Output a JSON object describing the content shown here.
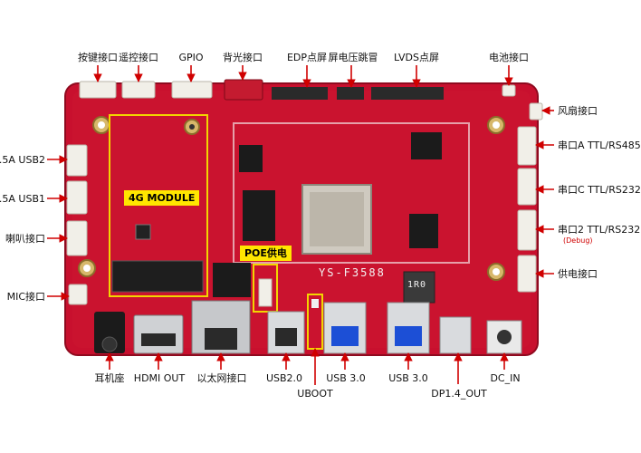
{
  "labels": {
    "top": [
      {
        "id": "button-port",
        "text": "按键接口"
      },
      {
        "id": "remote-port",
        "text": "遥控接口"
      },
      {
        "id": "gpio",
        "text": "GPIO"
      },
      {
        "id": "backlight-port",
        "text": "背光接口"
      },
      {
        "id": "edp-screen",
        "text": "EDP点屏"
      },
      {
        "id": "screen-voltage-jumper",
        "text": "屏电压跳冒"
      },
      {
        "id": "lvds-screen",
        "text": "LVDS点屏"
      },
      {
        "id": "battery-port",
        "text": "电池接口"
      }
    ],
    "left": [
      {
        "id": "usb2-15a",
        "text": "1.5A USB2"
      },
      {
        "id": "usb1-15a",
        "text": "1.5A USB1"
      },
      {
        "id": "speaker-port",
        "text": "喇叭接口"
      },
      {
        "id": "mic-port",
        "text": "MIC接口"
      }
    ],
    "right": [
      {
        "id": "fan-port",
        "text": "风扇接口"
      },
      {
        "id": "uart-a",
        "text": "串口A TTL/RS485"
      },
      {
        "id": "uart-c",
        "text": "串口C TTL/RS232"
      },
      {
        "id": "uart-2",
        "text": "串口2 TTL/RS232"
      },
      {
        "id": "power-supply-port",
        "text": "供电接口"
      }
    ],
    "uart2_sub": "(Debug)",
    "bottom": [
      {
        "id": "earphone-jack",
        "text": "耳机座"
      },
      {
        "id": "hdmi-out",
        "text": "HDMI OUT"
      },
      {
        "id": "ethernet-port",
        "text": "以太网接口"
      },
      {
        "id": "usb20",
        "text": "USB2.0"
      },
      {
        "id": "uboot",
        "text": "UBOOT"
      },
      {
        "id": "usb30-a",
        "text": "USB 3.0"
      },
      {
        "id": "usb30-b",
        "text": "USB 3.0"
      },
      {
        "id": "dp14-out",
        "text": "DP1.4_OUT"
      },
      {
        "id": "dc-in",
        "text": "DC_IN"
      }
    ]
  },
  "highlights": {
    "module_4g": "4G MODULE",
    "poe_power": "POE供电"
  },
  "silkscreen": {
    "board_model": "YS-F3588",
    "inductor": "1R0"
  },
  "colors": {
    "pcb": "#c8102e",
    "pcb_dark": "#a50d24",
    "callout": "#d00000",
    "highlight_box": "#f2d500",
    "highlight_fill": "#ffe600"
  }
}
